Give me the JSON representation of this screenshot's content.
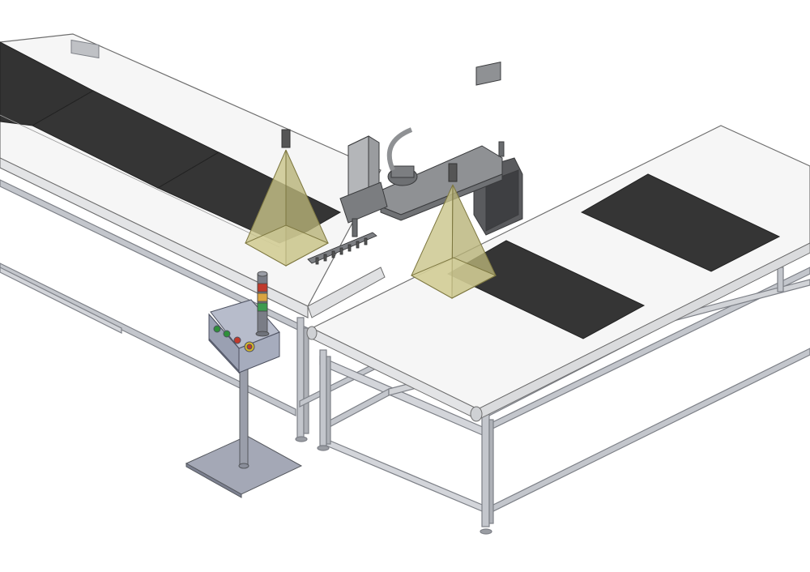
{
  "scene": {
    "description_visible_text": "",
    "background": "#ffffff"
  },
  "colors": {
    "belt": "#f6f6f6",
    "belt_edge": "#6e6e6e",
    "panel": "#333333",
    "frame": "#b9bcc2",
    "frame_dark": "#7d8087",
    "cone": "#c9c489",
    "cone_edge": "#7d7740",
    "robot": "#8f9194",
    "robot_dark": "#4c4d50",
    "control_box": "#9aa0b2",
    "stand": "#a4a8b6",
    "lamp_red": "#c0392b",
    "lamp_amber": "#d9a441",
    "lamp_green": "#3e9b4f",
    "button_green": "#2f8f3a",
    "button_red": "#c23a2b",
    "button_yellow": "#d7b82a"
  },
  "objects": [
    "conveyor-left",
    "conveyor-right",
    "scara-robot",
    "gripper-bar",
    "camera-cone-left",
    "camera-cone-right",
    "control-box",
    "signal-tower",
    "control-stand"
  ]
}
